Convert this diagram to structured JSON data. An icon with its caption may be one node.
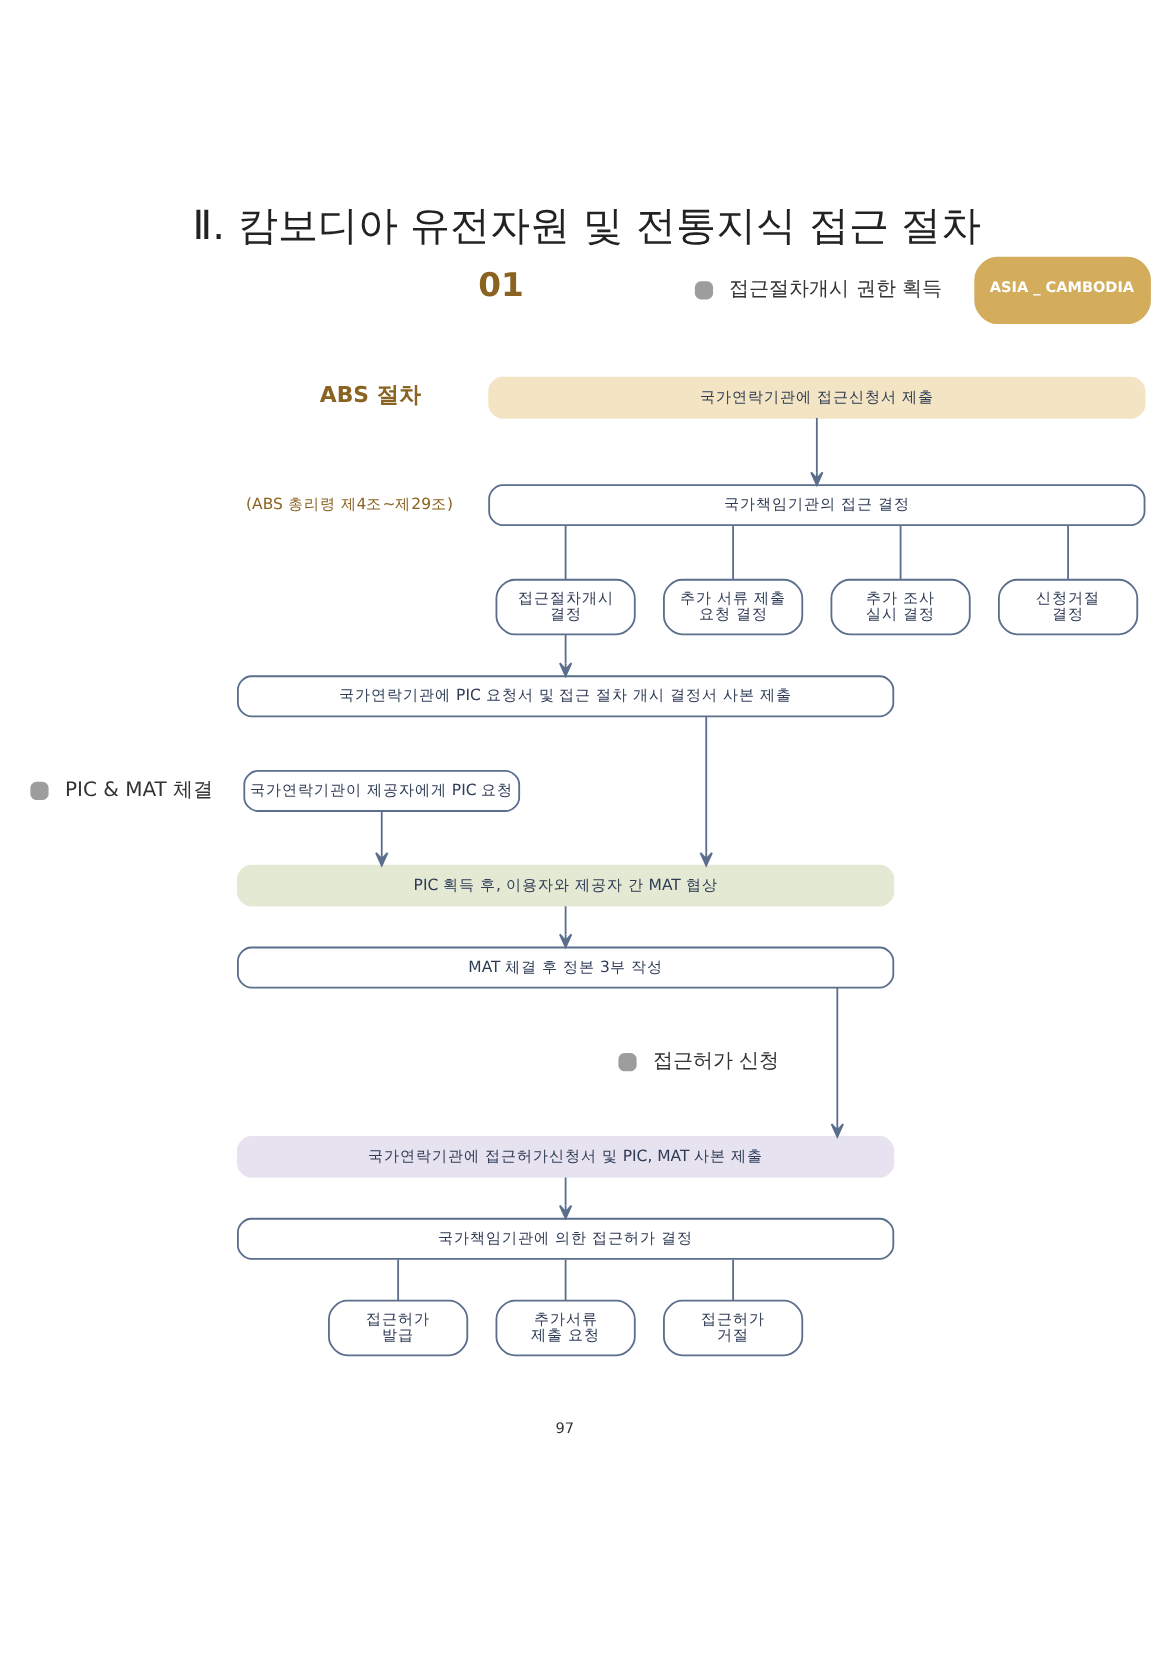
{
  "diagram": {
    "title": "Ⅱ. 캄보디아 유전자원 및 전통지식 접근 절차",
    "nodes": [
      {
        "text": [
          "국가연락기관에 접근신청서 제출"
        ]
      },
      {
        "text": [
          "국가책임기관의 접근 결정"
        ]
      },
      {
        "text": [
          "접근절차개시 결정"
        ]
      },
      {
        "text": [
          "추가 서류 제출 요청 결정"
        ]
      },
      {
        "text": [
          "추가 조사 실시 결정"
        ]
      },
      {
        "text": [
          "신청거절 결정"
        ]
      },
      {
        "text": [
          "국가연락기관에 PIC 요청서 및 접근 절차 개시 결정서 사본 제출"
        ]
      },
      {
        "text": [
          "국가연락기관이 제공자에게 PIC 요청"
        ]
      },
      {
        "text": [
          "PIC 획득 후, 이용자와 제공자 간 MAT 협상"
        ]
      },
      {
        "text": [
          "MAT 체결 후 정본 3부 작성"
        ]
      },
      {
        "text": [
          "국가연락기관에 접근허가신청서 및 PIC, MAT 사본 제출"
        ]
      },
      {
        "text": [
          "국가책임기관에 의한 접근허가 결정"
        ]
      },
      {
        "text": [
          "접근허가 발급"
        ]
      },
      {
        "text": [
          "추가서류 제출 요청"
        ]
      },
      {
        "text": [
          "접근허가 거절"
        ]
      }
    ],
    "edges": [
      {
        "from": 0,
        "to": 1,
        "arrow": "to"
      },
      {
        "from": 1,
        "to": 2,
        "arrow": "none"
      },
      {
        "from": 1,
        "to": 3,
        "arrow": "none"
      },
      {
        "from": 1,
        "to": 4,
        "arrow": "none"
      },
      {
        "from": 1,
        "to": 5,
        "arrow": "none"
      },
      {
        "from": 2,
        "to": 6,
        "arrow": "to"
      },
      {
        "from": 6,
        "to": 8,
        "arrow": "to"
      },
      {
        "from": 7,
        "to": 8,
        "arrow": "to"
      },
      {
        "from": 8,
        "to": 9,
        "arrow": "to"
      },
      {
        "from": 9,
        "to": 10,
        "arrow": "to"
      },
      {
        "from": 10,
        "to": 11,
        "arrow": "to"
      },
      {
        "from": 11,
        "to": 12,
        "arrow": "none"
      },
      {
        "from": 11,
        "to": 13,
        "arrow": "none"
      },
      {
        "from": 11,
        "to": 14,
        "arrow": "none"
      }
    ],
    "labels": [
      "ASIA _ CAMBODIA",
      "01",
      "ABS 절차",
      "(ABS 총리령 제4조~제29조)",
      "접근절차개시 권한 획득",
      "PIC & MAT 체결",
      "접근허가 신청",
      "97"
    ]
  }
}
